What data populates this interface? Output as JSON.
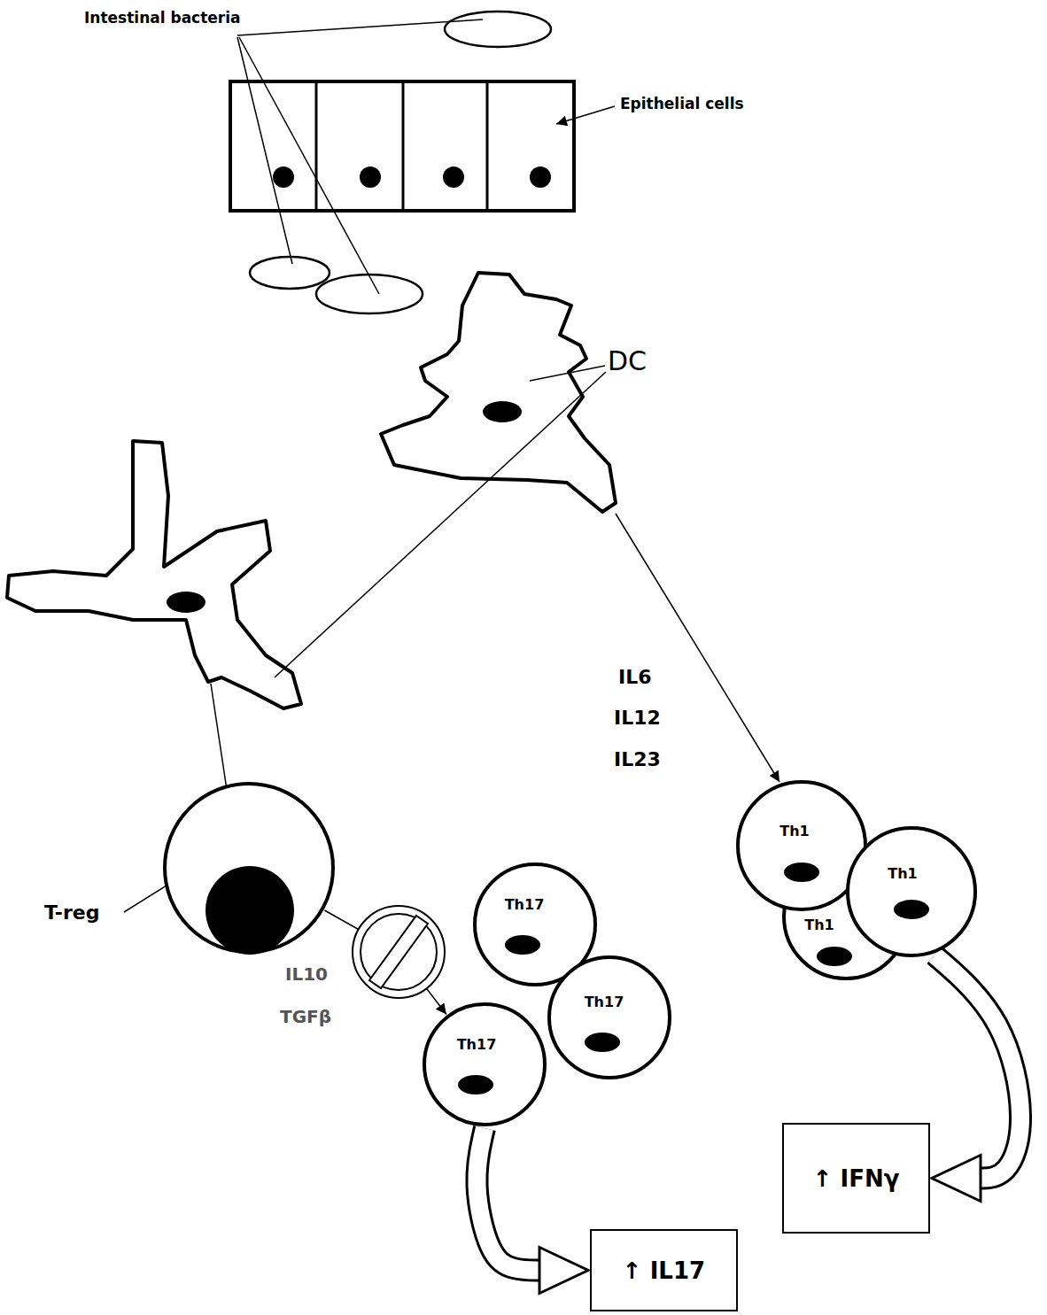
{
  "diagram": {
    "nodes": [
      {
        "text": [
          "T-reg"
        ]
      },
      {
        "text": [
          "Th1"
        ]
      },
      {
        "text": [
          "Th1"
        ]
      },
      {
        "text": [
          "Th1"
        ]
      },
      {
        "text": [
          "Th17"
        ]
      },
      {
        "text": [
          "Th17"
        ]
      },
      {
        "text": [
          "Th17"
        ]
      },
      {
        "text": [
          "↑ IFNγ"
        ]
      },
      {
        "text": [
          "↑ IL17"
        ]
      }
    ],
    "edges": [
      {
        "from": 0,
        "to": 6,
        "arrow": "to"
      },
      {
        "from": 6,
        "to": 8,
        "arrow": "to"
      },
      {
        "from": 3,
        "to": 7,
        "arrow": "to"
      }
    ],
    "labels": [
      "Intestinal bacteria",
      "Epithelial cells",
      "DC",
      "IL6",
      "IL12",
      "IL23",
      "IL10",
      "TGFβ"
    ]
  }
}
